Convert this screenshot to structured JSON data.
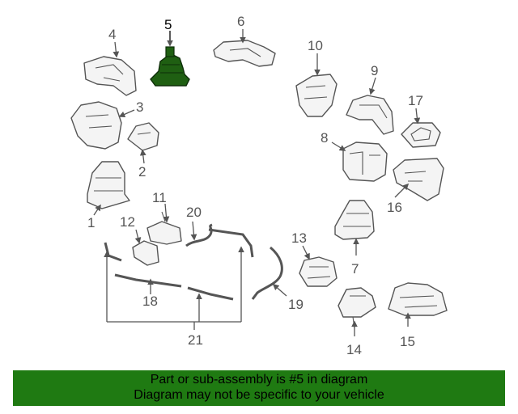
{
  "diagram": {
    "callouts": {
      "c1": "1",
      "c2": "2",
      "c3": "3",
      "c4": "4",
      "c5": "5",
      "c6": "6",
      "c7": "7",
      "c8": "8",
      "c9": "9",
      "c10": "10",
      "c11": "11",
      "c12": "12",
      "c13": "13",
      "c14": "14",
      "c15": "15",
      "c16": "16",
      "c17": "17",
      "c18": "18",
      "c19": "19",
      "c20": "20",
      "c21": "21"
    },
    "highlight_color": "#1f5f12"
  },
  "banner": {
    "line1": "Part or sub-assembly is #5 in diagram",
    "line2": "Diagram may not be specific to your vehicle",
    "background": "#1f7a12"
  }
}
